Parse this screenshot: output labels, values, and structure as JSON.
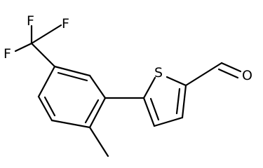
{
  "molecule": {
    "atoms": {
      "f1": "F",
      "f2": "F",
      "f3": "F",
      "s": "S",
      "o": "O"
    }
  }
}
